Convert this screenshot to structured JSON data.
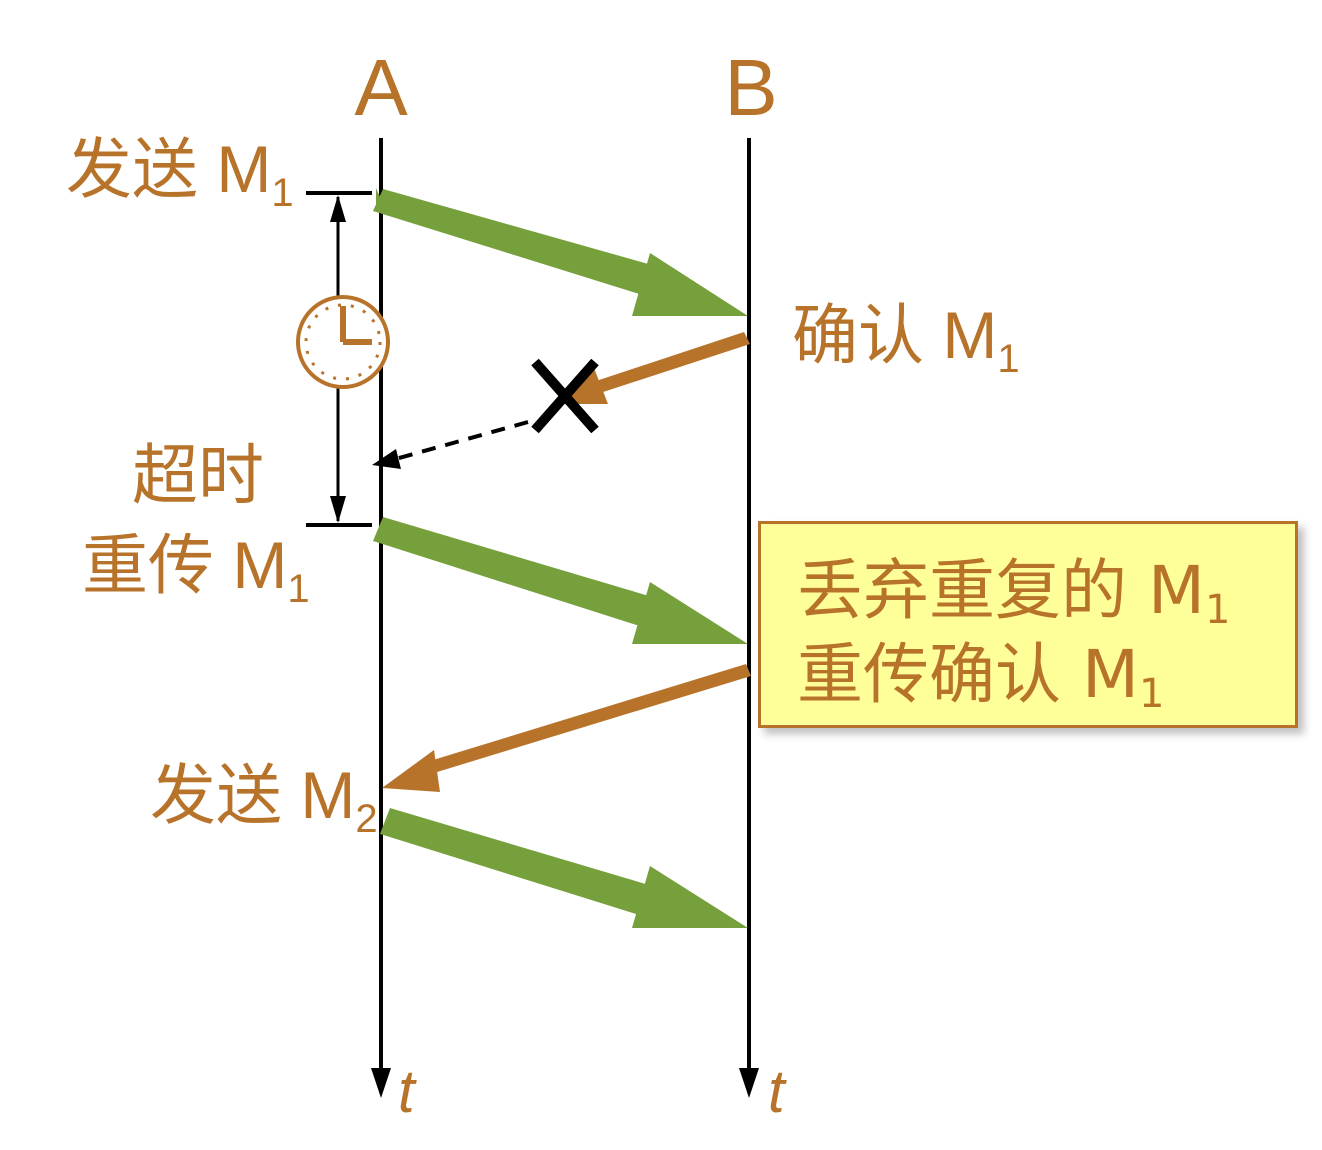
{
  "colors": {
    "label": "#b8732a",
    "data_arrow": "#76a03c",
    "ack_arrow": "#b8732a",
    "line": "#000000",
    "note_fill": "#ffff99",
    "note_border": "#b8732a"
  },
  "hosts": {
    "a": {
      "name": "A",
      "axis": "t"
    },
    "b": {
      "name": "B",
      "axis": "t"
    }
  },
  "labels": {
    "send_m1": {
      "text": "发送 M",
      "sub": "1"
    },
    "ack_m1": {
      "text": "确认 M",
      "sub": "1"
    },
    "timeout": "超时",
    "resend_m1": {
      "text": "重传 M",
      "sub": "1"
    },
    "send_m2": {
      "text": "发送 M",
      "sub": "2"
    }
  },
  "note": {
    "line1": {
      "text": "丢弃重复的 M",
      "sub": "1"
    },
    "line2": {
      "text": "重传确认 M",
      "sub": "1"
    }
  },
  "icons": {
    "timer": "clock-icon",
    "lost": "cross-icon"
  }
}
